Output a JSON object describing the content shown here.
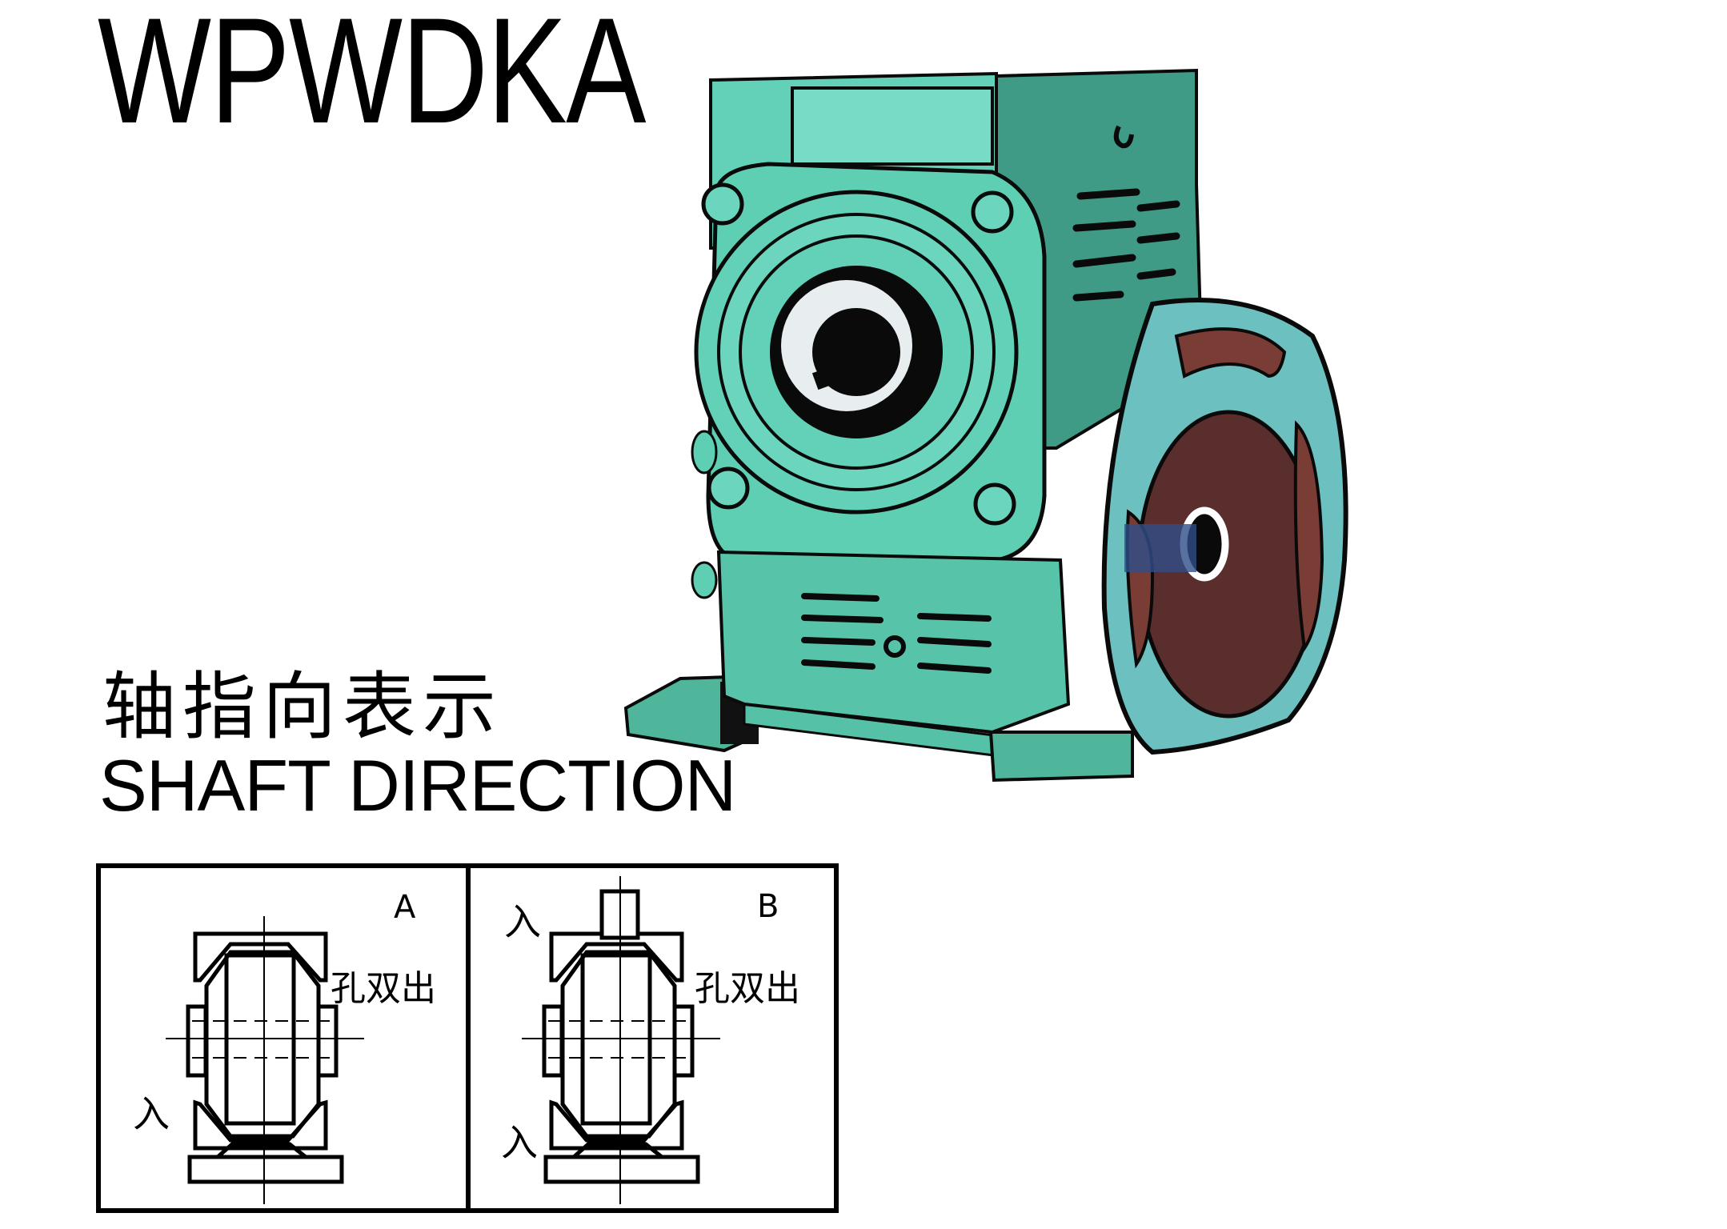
{
  "header": {
    "model_title": "WPWDKA"
  },
  "section": {
    "heading_cn": "轴指向表示",
    "heading_en": "SHAFT DIRECTION"
  },
  "product_image": {
    "subject": "worm-gear-reducer",
    "colors": {
      "housing": "#5fcfb4",
      "housing_dark": "#3f9a86",
      "flange": "#6cc0bf",
      "flange_inner": "#6b3a34",
      "outline": "#0a0a0a",
      "bore_ring": "#e8eef0"
    }
  },
  "diagram": {
    "panels": [
      {
        "id": "A",
        "label": "A",
        "output_note": "孔双出",
        "input_marks": [
          "入"
        ]
      },
      {
        "id": "B",
        "label": "B",
        "output_note": "孔双出",
        "input_marks": [
          "入",
          "入"
        ]
      }
    ]
  }
}
